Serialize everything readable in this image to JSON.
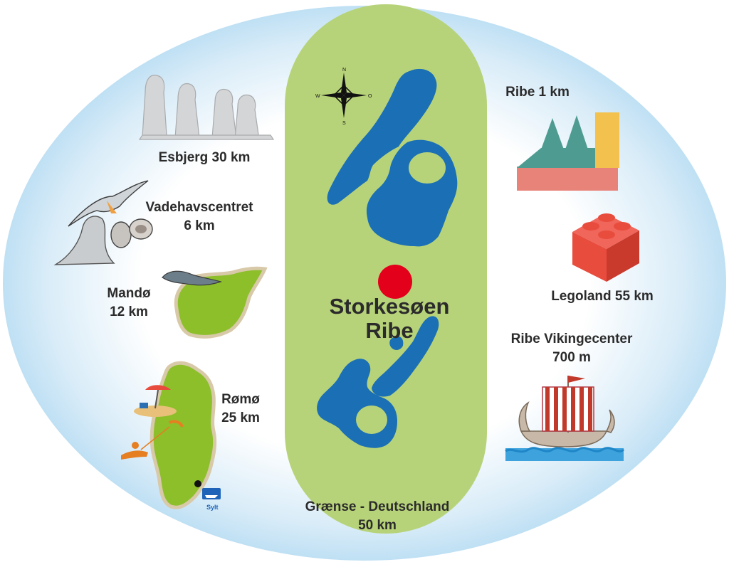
{
  "center": {
    "title_line1": "Storkesøen",
    "title_line2": "Ribe"
  },
  "compass": {
    "n": "N",
    "s": "S",
    "e": "O",
    "w": "W"
  },
  "places": {
    "esbjerg": {
      "name": "Esbjerg 30 km"
    },
    "vadehav": {
      "name": "Vadehavscentret",
      "dist": "6 km"
    },
    "mando": {
      "name": "Mandø",
      "dist": "12 km"
    },
    "romo": {
      "name": "Rømø",
      "dist": "25 km"
    },
    "ribe": {
      "name": "Ribe 1 km"
    },
    "legoland": {
      "name": "Legoland 55 km"
    },
    "viking": {
      "name": "Ribe Vikingecenter",
      "dist": "700 m"
    },
    "border": {
      "name": "Grænse - Deutschland",
      "dist": "50 km"
    }
  },
  "ferry": {
    "label": "Sylt"
  },
  "colors": {
    "lake": "#1a6fb5",
    "park": "#b7d37a",
    "island": "#8cbf2a",
    "marker": "#e3001b",
    "lego": "#e84c3d",
    "halo": "#cfe6f6"
  }
}
